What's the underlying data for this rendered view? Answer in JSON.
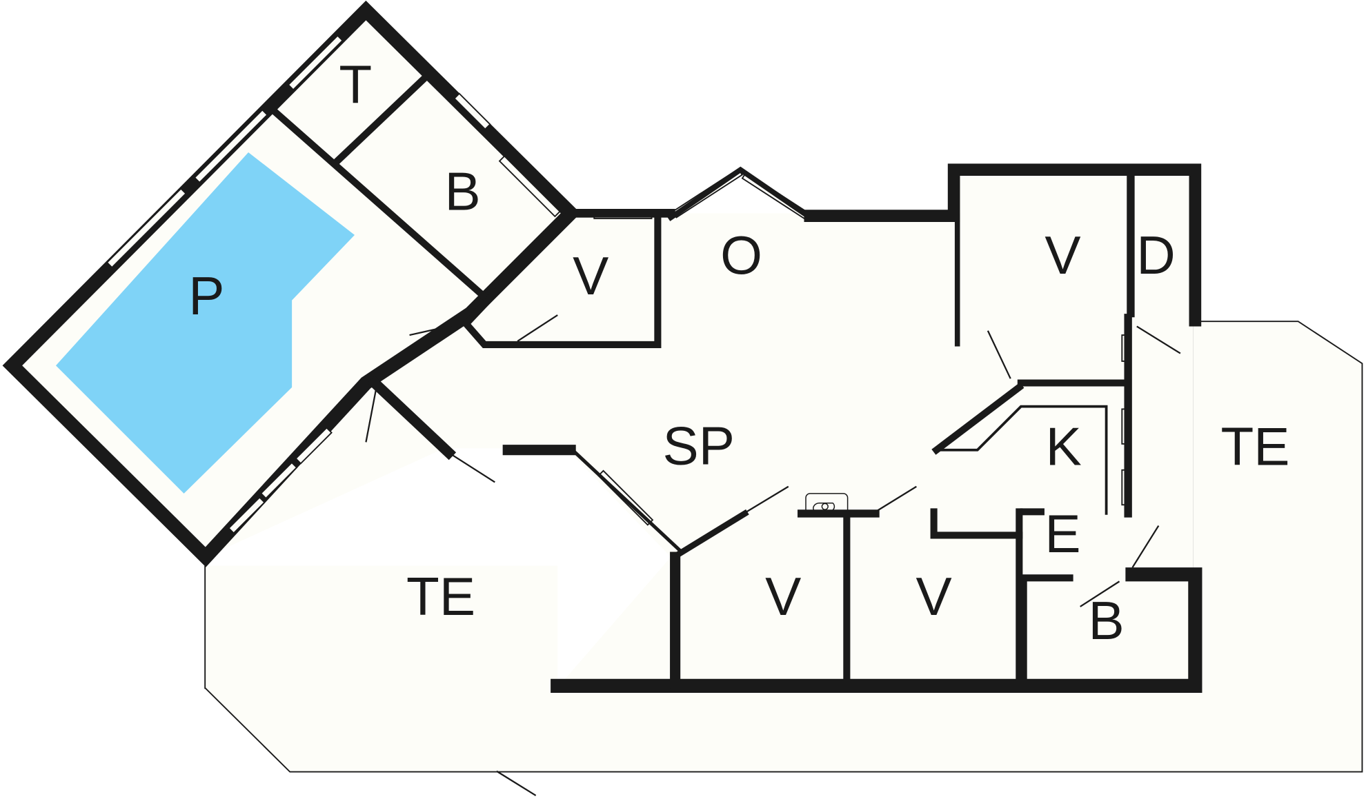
{
  "title": "Floor plan",
  "colors": {
    "floor": "#fdfdf8",
    "wall": "#1a1a1a",
    "pool": "#7fd3f7",
    "line": "#1a1a1a"
  },
  "rooms": [
    {
      "id": "pool",
      "label": "P"
    },
    {
      "id": "toilet",
      "label": "T"
    },
    {
      "id": "bath-top",
      "label": "B"
    },
    {
      "id": "bedroom-small",
      "label": "V"
    },
    {
      "id": "open",
      "label": "O"
    },
    {
      "id": "bedroom-top-right",
      "label": "V"
    },
    {
      "id": "shower",
      "label": "D"
    },
    {
      "id": "living",
      "label": "SP"
    },
    {
      "id": "kitchen",
      "label": "K"
    },
    {
      "id": "terrace-right",
      "label": "TE"
    },
    {
      "id": "terrace-left",
      "label": "TE"
    },
    {
      "id": "bedroom-bottom-1",
      "label": "V"
    },
    {
      "id": "bedroom-bottom-2",
      "label": "V"
    },
    {
      "id": "entrance",
      "label": "E"
    },
    {
      "id": "bath-bottom",
      "label": "B"
    }
  ],
  "icons": {
    "toilet": "toilet-icon"
  }
}
